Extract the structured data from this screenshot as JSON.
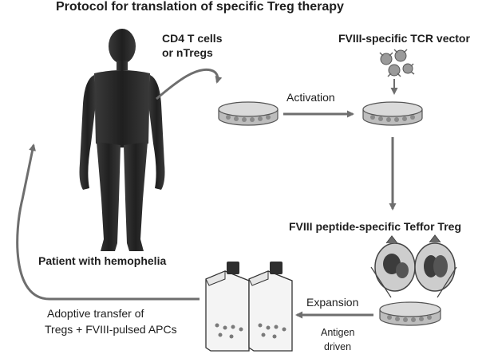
{
  "title": "Protocol for translation of specific Treg therapy",
  "labels": {
    "cd4_line1": "CD4 T cells",
    "cd4_line2": "or nTregs",
    "vector": "FVIII-specific TCR vector",
    "activation": "Activation",
    "teffor": "FVIII peptide-specific Teffor Treg",
    "patient": "Patient with hemophelia",
    "expansion": "Expansion",
    "antigen_line1": "Antigen",
    "antigen_line2": "driven",
    "transfer_line1": "Adoptive transfer of",
    "transfer_line2": "Tregs + FVIII-pulsed APCs"
  },
  "colors": {
    "figure": "#2a2a2a",
    "arrow": "#6e6e6e",
    "dish": "#cfcfcf",
    "text": "#1e1e1e"
  },
  "icons": [
    "human-silhouette-icon",
    "petri-dish-icon",
    "virus-vector-icon",
    "cell-icon",
    "culture-flask-icon"
  ]
}
